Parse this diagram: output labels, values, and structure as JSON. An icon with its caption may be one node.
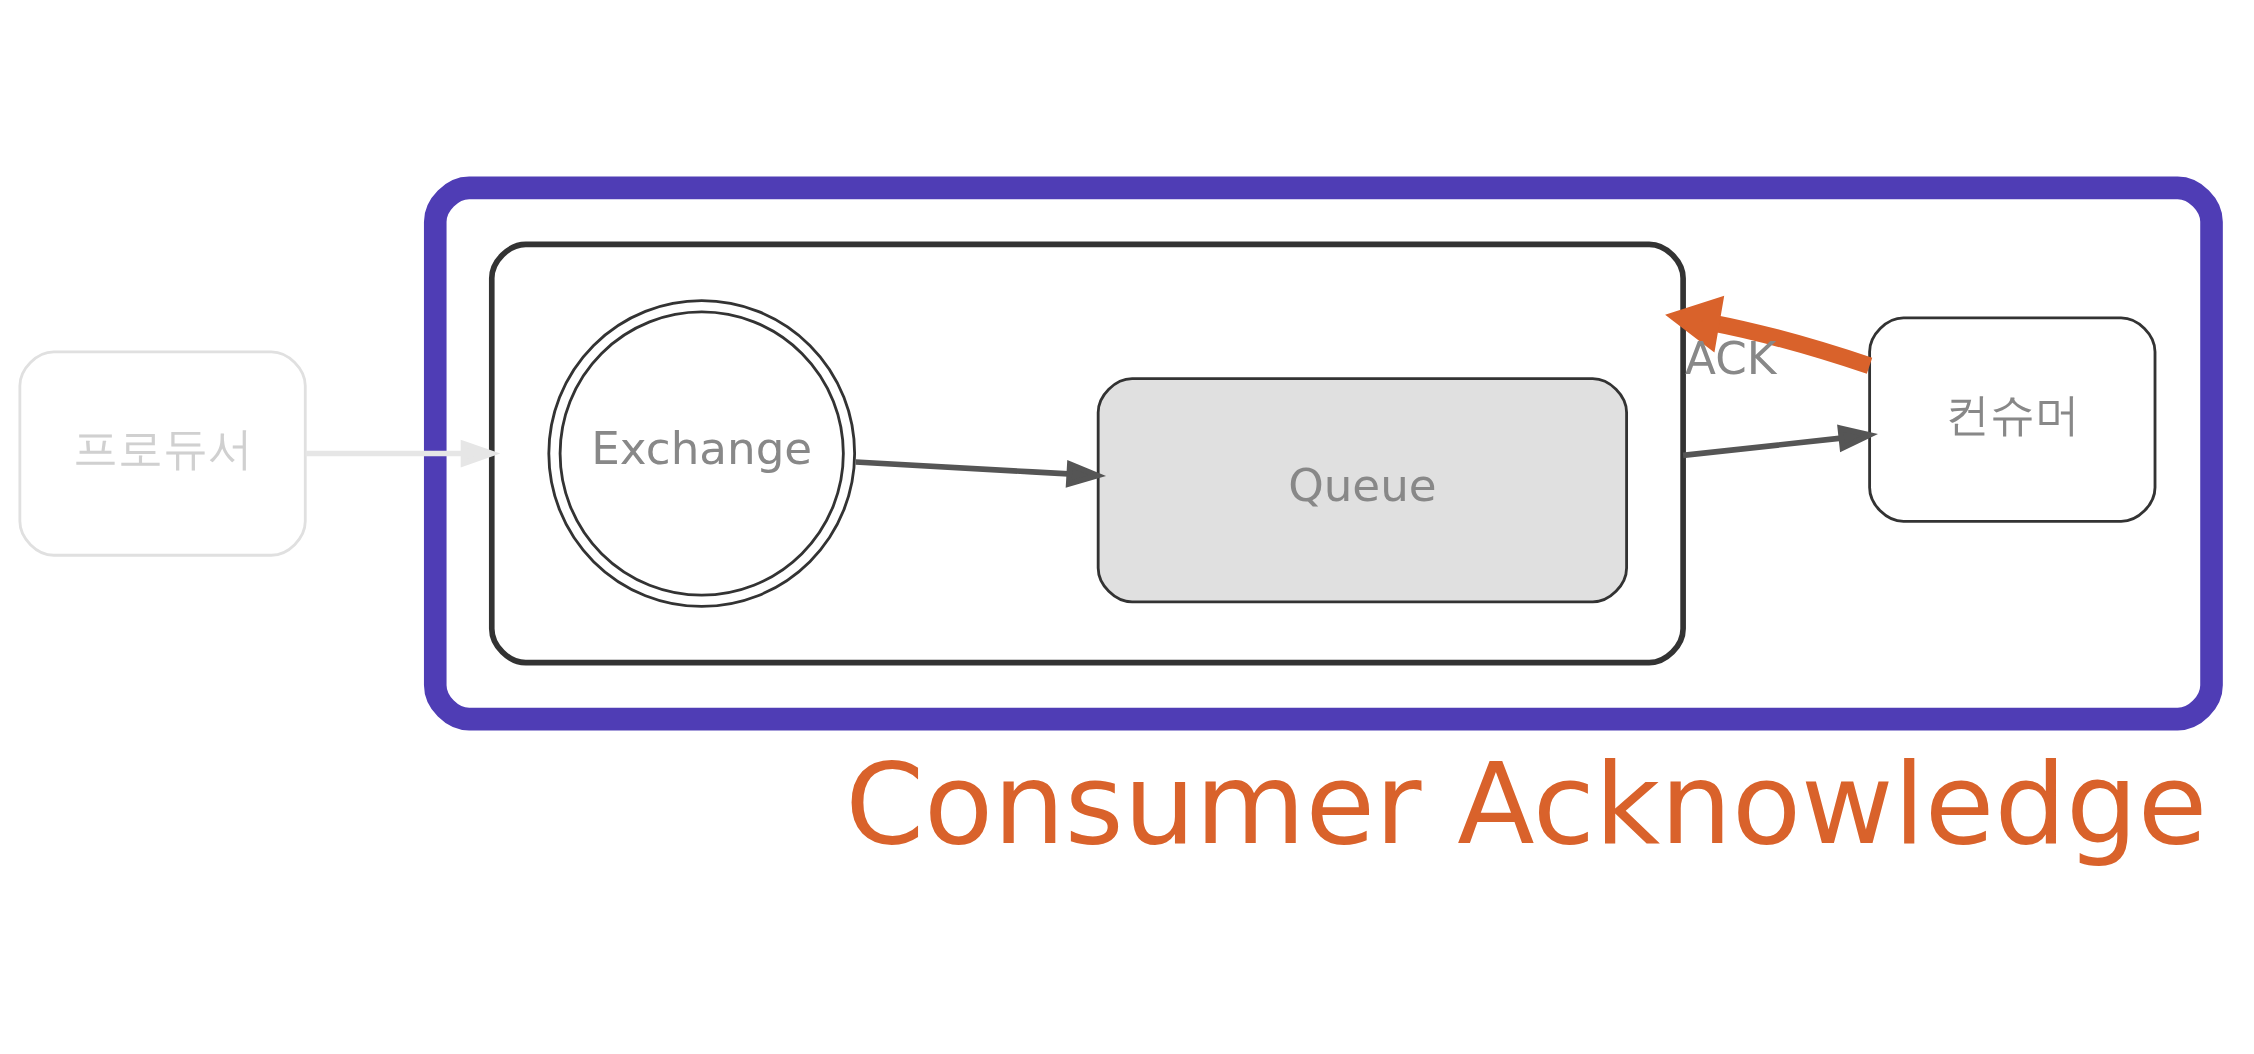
{
  "diagram": {
    "title": "Consumer Acknowledge",
    "nodes": [
      {
        "text": [],
        "shape": "box"
      },
      {
        "text": [],
        "shape": "box",
        "in": 0
      },
      {
        "text": [
          "Exchange"
        ],
        "in": 1
      },
      {
        "text": [
          "Queue"
        ],
        "in": 1
      },
      {
        "text": [
          "컨슈머"
        ],
        "in": 0
      },
      {
        "text": [
          "프로듀서"
        ]
      }
    ],
    "edges": [
      {
        "from": 5,
        "to": 1,
        "arrow": "to",
        "color": "#e6e6e6"
      },
      {
        "from": 2,
        "to": 3,
        "arrow": "to"
      },
      {
        "from": 1,
        "to": 4,
        "arrow": "to"
      },
      {
        "from": 4,
        "to": 1,
        "arrow": "to",
        "label": "ACK",
        "style": "thick",
        "color": "#d9622b"
      }
    ]
  }
}
